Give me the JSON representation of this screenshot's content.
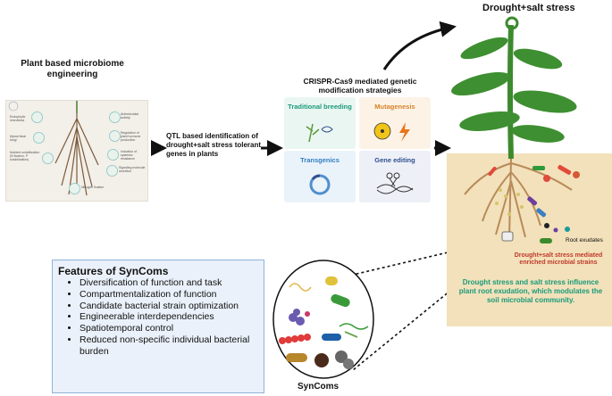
{
  "left_title": "Plant based microbiome\nengineering",
  "qtl_label": "QTL based identification of drought+salt stress tolerant genes in plants",
  "crispr_title": "CRISPR-Cas9 mediated  genetic modification strategies",
  "strategies": [
    {
      "label": "Traditional breeding",
      "color": "#1a9a7a",
      "bg": "#eaf6f1"
    },
    {
      "label": "Mutagenesis",
      "color": "#d9822b",
      "bg": "#fcf3e6"
    },
    {
      "label": "Transgenics",
      "color": "#2f7fc1",
      "bg": "#eaf2fa"
    },
    {
      "label": "Gene editing",
      "color": "#2f4f8f",
      "bg": "#eef0f7"
    }
  ],
  "drought_title": "Drought+salt stress",
  "root_exudates": "Root exudates",
  "enriched_label": "Drought+salt stress mediated enriched microbial strains",
  "influence_text": "Drought stress and salt stress influence plant root exudation, which modulates the soil microbial community.",
  "features_title": "Features of SynComs",
  "features": [
    "Diversification of function and task",
    "Compartmentalization of function",
    "Candidate bacterial strain optimization",
    "Engineerable interdependencies",
    "Spatiotemporal control",
    "Reduced non-specific individual bacterial burden"
  ],
  "syncoms_label": "SynComs",
  "left_panel_items": [
    "Endophytic microbiota",
    "Mycorrhizal fungi",
    "Nutrient solubilization (N fixation, P solubilization)",
    "Antimicrobial activity",
    "Regulation of plant hormone production",
    "Induction of systemic resistance",
    "Signaling molecule secretion",
    "Nitrogen fixation"
  ]
}
